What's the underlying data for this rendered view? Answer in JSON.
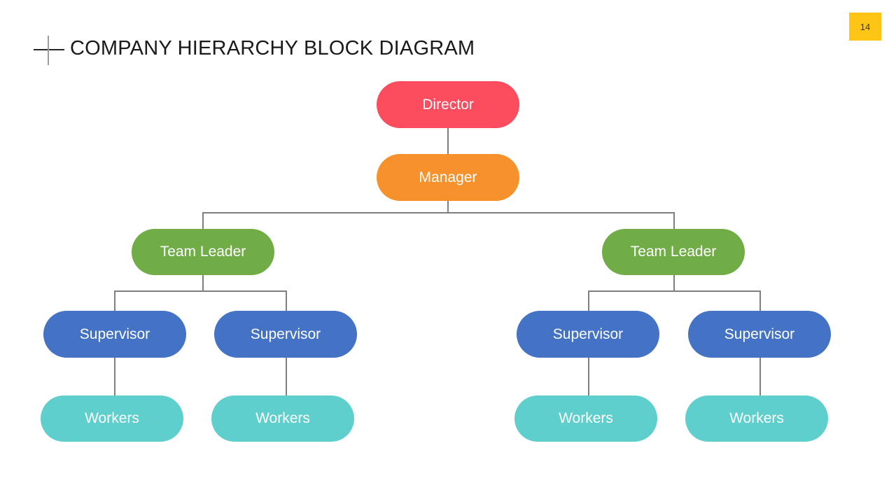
{
  "slide": {
    "title": "COMPANY HIERARCHY BLOCK DIAGRAM",
    "page_number": "14"
  },
  "colors": {
    "director": "#FB4D5D",
    "manager": "#F7912B",
    "team_leader": "#70AD47",
    "supervisor": "#4472C4",
    "workers": "#5ECFCC",
    "connector": "#7F7F7F",
    "badge_bg": "#FFC516",
    "badge_text": "#4A3A00",
    "title_text": "#1A1A1A"
  },
  "org": {
    "director": {
      "label": "Director",
      "reports_to": null
    },
    "manager": {
      "label": "Manager",
      "reports_to": "Director"
    },
    "team_leaders": [
      {
        "label": "Team Leader",
        "reports_to": "Manager"
      },
      {
        "label": "Team Leader",
        "reports_to": "Manager"
      }
    ],
    "supervisors": [
      {
        "label": "Supervisor",
        "reports_to": "Team Leader 1"
      },
      {
        "label": "Supervisor",
        "reports_to": "Team Leader 1"
      },
      {
        "label": "Supervisor",
        "reports_to": "Team Leader 2"
      },
      {
        "label": "Supervisor",
        "reports_to": "Team Leader 2"
      }
    ],
    "workers": [
      {
        "label": "Workers",
        "reports_to": "Supervisor 1"
      },
      {
        "label": "Workers",
        "reports_to": "Supervisor 2"
      },
      {
        "label": "Workers",
        "reports_to": "Supervisor 3"
      },
      {
        "label": "Workers",
        "reports_to": "Supervisor 4"
      }
    ]
  }
}
